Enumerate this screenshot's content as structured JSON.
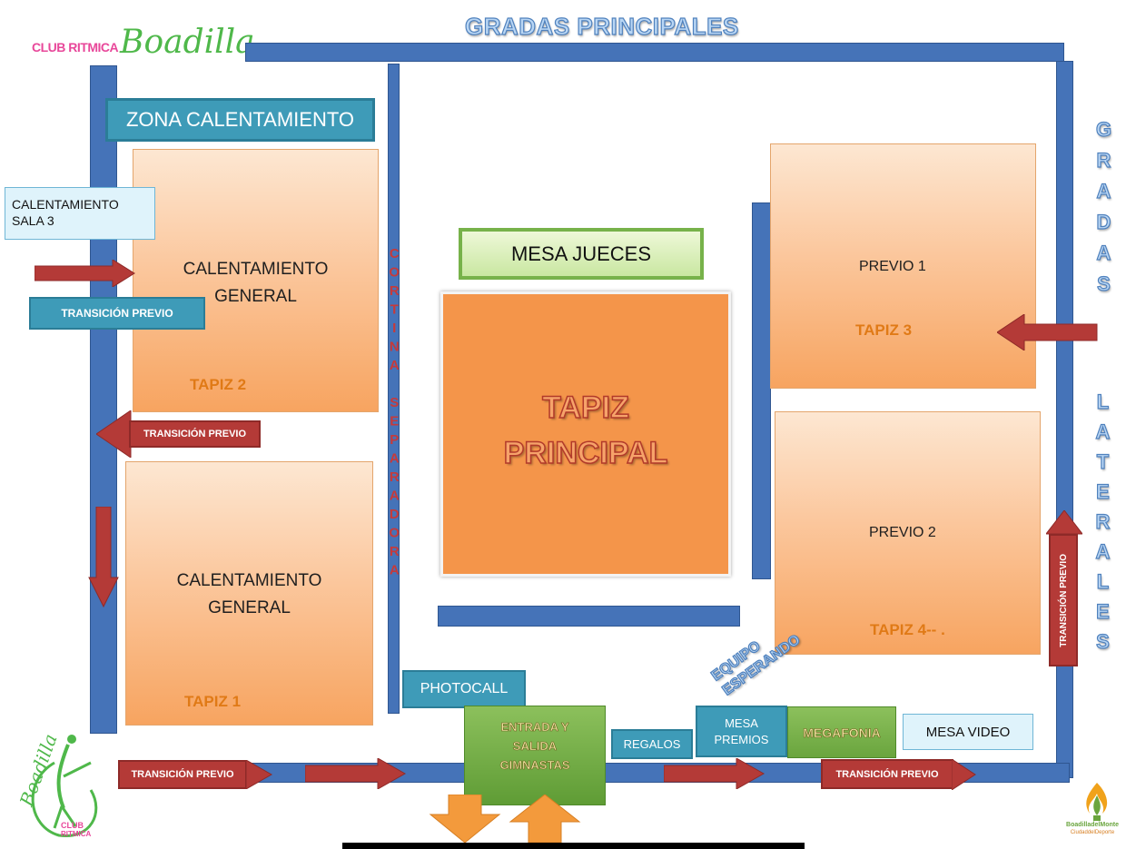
{
  "header": {
    "logo_small_prefix": "CLUB RITMICA",
    "logo_script": "Boadilla",
    "gradas_principales": "GRADAS PRINCIPALES",
    "gradas_laterales_top": "GRADAS",
    "gradas_laterales_bottom": "LATERALES"
  },
  "zones": {
    "zona_calentamiento": "ZONA CALENTAMIENTO",
    "calentamiento_sala3": "CALENTAMIENTO SALA 3",
    "cortina": "CORTINA SEPARADORA",
    "mesa_jueces": "MESA JUECES",
    "tapiz_principal_line1": "TAPIZ",
    "tapiz_principal_line2": "PRINCIPAL",
    "photocall": "PHOTOCALL",
    "entrada_line1": "ENTRADA Y",
    "entrada_line2": "SALIDA",
    "entrada_line3": "GIMNASTAS",
    "regalos": "REGALOS",
    "mesa_premios_line1": "MESA",
    "mesa_premios_line2": "PREMIOS",
    "megafonia": "MEGAFONIA",
    "mesa_video": "MESA VIDEO",
    "equipo_esperando_line1": "EQUIPO",
    "equipo_esperando_line2": "ESPERANDO"
  },
  "mats": {
    "cal_general_top_line1": "CALENTAMIENTO",
    "cal_general_top_line2": "GENERAL",
    "tapiz2": "TAPIZ 2",
    "cal_general_bottom_line1": "CALENTAMIENTO",
    "cal_general_bottom_line2": "GENERAL",
    "tapiz1": "TAPIZ 1",
    "previo1": "PREVIO 1",
    "tapiz3": "TAPIZ 3",
    "previo2": "PREVIO 2",
    "tapiz4": "TAPIZ 4-- ."
  },
  "transitions": {
    "label": "TRANSICIÓN PREVIO"
  },
  "logos": {
    "bottom_left_script": "Boadilla",
    "bottom_left_club": "CLUB",
    "bottom_left_ritmica": "RITMICA",
    "bottom_right_line1": "BoadilladelMonte",
    "bottom_right_line2": "CiudaddelDeporte"
  },
  "colors": {
    "bar_blue": "#4573b8",
    "mat_orange": "#f7a460",
    "tapiz_principal": "#f4954a",
    "teal": "#3e9bb8",
    "red_arrow": "#b43a37",
    "green_box": "#77b24a",
    "logo_pink": "#e8479a",
    "logo_green": "#4fb84a"
  }
}
